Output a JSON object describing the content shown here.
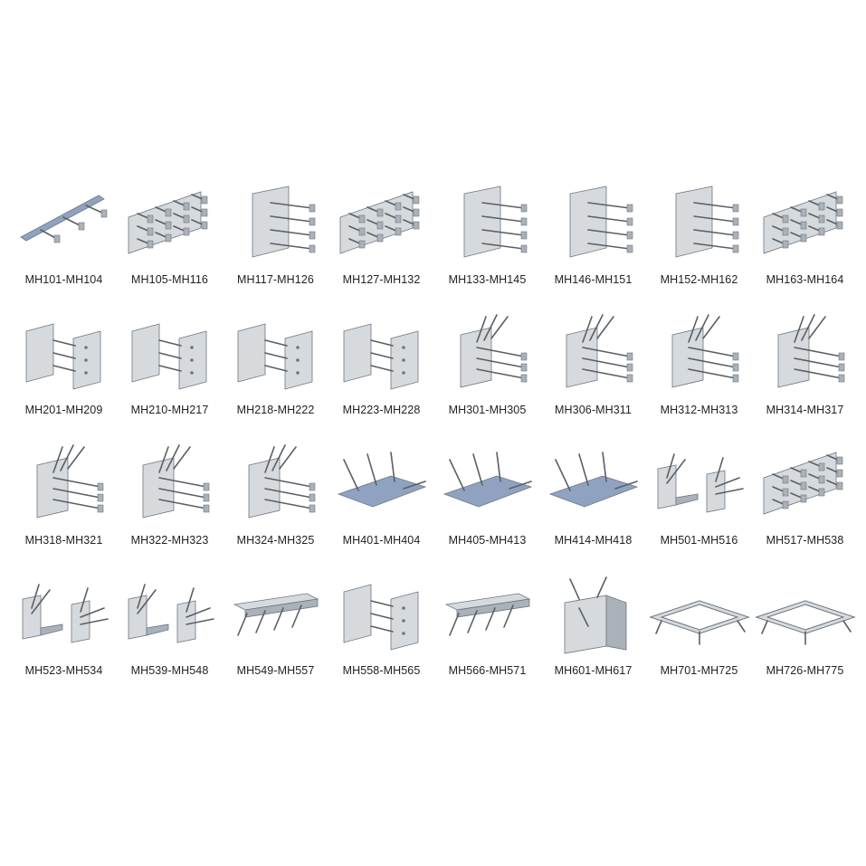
{
  "products": [
    {
      "code": "MH101-MH104",
      "kind": "strip"
    },
    {
      "code": "MH105-MH116",
      "kind": "plate-wide"
    },
    {
      "code": "MH117-MH126",
      "kind": "plate-tall"
    },
    {
      "code": "MH127-MH132",
      "kind": "plate-wide"
    },
    {
      "code": "MH133-MH145",
      "kind": "plate-tall"
    },
    {
      "code": "MH146-MH151",
      "kind": "plate-tall"
    },
    {
      "code": "MH152-MH162",
      "kind": "plate-tall"
    },
    {
      "code": "MH163-MH164",
      "kind": "plate-wide"
    },
    {
      "code": "MH201-MH209",
      "kind": "double-plate"
    },
    {
      "code": "MH210-MH217",
      "kind": "double-plate"
    },
    {
      "code": "MH218-MH222",
      "kind": "double-plate"
    },
    {
      "code": "MH223-MH228",
      "kind": "double-plate"
    },
    {
      "code": "MH301-MH305",
      "kind": "angled-anchor"
    },
    {
      "code": "MH306-MH311",
      "kind": "angled-anchor"
    },
    {
      "code": "MH312-MH313",
      "kind": "angled-anchor"
    },
    {
      "code": "MH314-MH317",
      "kind": "angled-anchor"
    },
    {
      "code": "MH318-MH321",
      "kind": "angled-anchor"
    },
    {
      "code": "MH322-MH323",
      "kind": "angled-anchor"
    },
    {
      "code": "MH324-MH325",
      "kind": "angled-anchor"
    },
    {
      "code": "MH401-MH404",
      "kind": "flat-plate"
    },
    {
      "code": "MH405-MH413",
      "kind": "flat-plate"
    },
    {
      "code": "MH414-MH418",
      "kind": "flat-plate"
    },
    {
      "code": "MH501-MH516",
      "kind": "corner"
    },
    {
      "code": "MH517-MH538",
      "kind": "plate-wide"
    },
    {
      "code": "MH523-MH534",
      "kind": "corner"
    },
    {
      "code": "MH539-MH548",
      "kind": "corner"
    },
    {
      "code": "MH549-MH557",
      "kind": "channel"
    },
    {
      "code": "MH558-MH565",
      "kind": "double-plate"
    },
    {
      "code": "MH566-MH571",
      "kind": "channel"
    },
    {
      "code": "MH601-MH617",
      "kind": "box"
    },
    {
      "code": "MH701-MH725",
      "kind": "frame"
    },
    {
      "code": "MH726-MH775",
      "kind": "frame"
    }
  ],
  "colors": {
    "steel_light": "#d7dadd",
    "steel_mid": "#aab1b8",
    "steel_dark": "#6b7580",
    "rod": "#5a5f66",
    "blue_plate": "#8fa3c1",
    "label": "#222222"
  }
}
